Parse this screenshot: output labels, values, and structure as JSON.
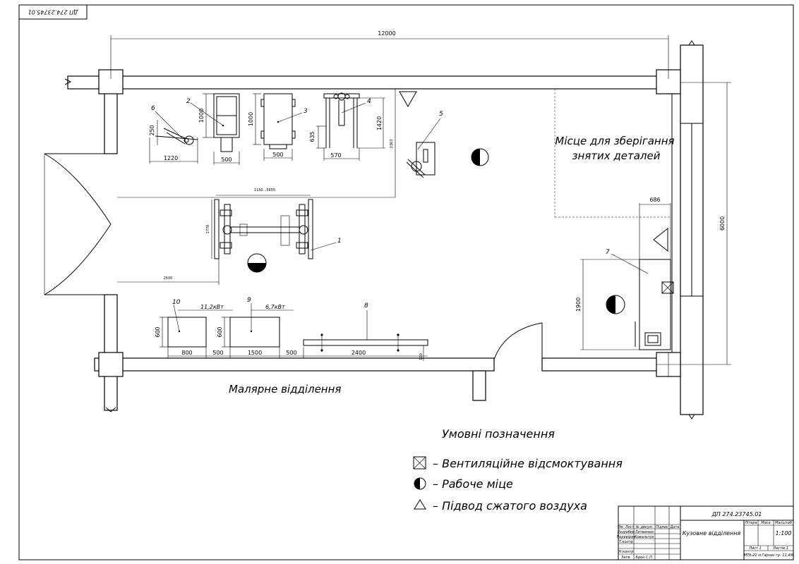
{
  "drawing": {
    "code": "ДП 274.23745.01",
    "code_rotated": "ДП 274.23745.01",
    "areas": {
      "storage_line1": "Місце для зберігання",
      "storage_line2": "знятих деталей",
      "paint_shop": "Малярне відділення"
    },
    "equipment_numbers": [
      "1",
      "2",
      "3",
      "4",
      "5",
      "6",
      "7",
      "8",
      "9",
      "10"
    ],
    "power_labels": {
      "item10": "11,2кВт",
      "item9": "6,7кВт"
    },
    "dimensions": {
      "overall_width": "12000",
      "overall_height": "6000",
      "d686": "686",
      "d1900": "1900",
      "d1220": "1220",
      "d250": "250",
      "d1000a": "1000",
      "d500a": "500",
      "d1000b": "1000",
      "d500b": "500",
      "d635": "635",
      "d1420": "1420",
      "d570": "570",
      "d2363": "2363",
      "d1150_5655": "1150...5655",
      "d1778": "1778",
      "d2500": "2500",
      "d600a": "600",
      "d600b": "600",
      "d800": "800",
      "d500c": "500",
      "d1500": "1500",
      "d500d": "500",
      "d2400": "2400",
      "d120": "120"
    }
  },
  "legend": {
    "title": "Умовні позначення",
    "items": [
      {
        "icon": "ventilation-icon",
        "text": "– Вентиляційне відсмоктування"
      },
      {
        "icon": "workplace-icon",
        "text": "– Рабоче міце"
      },
      {
        "icon": "air-supply-icon",
        "text": "– Підвод сжатого воздуха"
      }
    ]
  },
  "title_block": {
    "doc_code": "ДП 274.23745.01",
    "doc_name": "Кузовне відділення",
    "col_litera": "Літера",
    "col_mass": "Маса",
    "col_scale": "Масштаб",
    "scale_value": "1:100",
    "sheet": "Лист 1",
    "sheets": "Листів 1",
    "group": "МТб-22 м.Гарнос гр. 11 АМ",
    "rows": [
      {
        "role": "Зм. Лист",
        "name": "№ докум.",
        "sign": "Підпис",
        "date": "Дата"
      },
      {
        "role": "Розробив",
        "name": "Литвинюк"
      },
      {
        "role": "Перевірив",
        "name": "Ковальчук"
      },
      {
        "role": "Т.контр",
        "name": ""
      },
      {
        "role": "Н.контр",
        "name": ""
      },
      {
        "role": "Затв.",
        "name": "Брон С.П."
      }
    ]
  }
}
